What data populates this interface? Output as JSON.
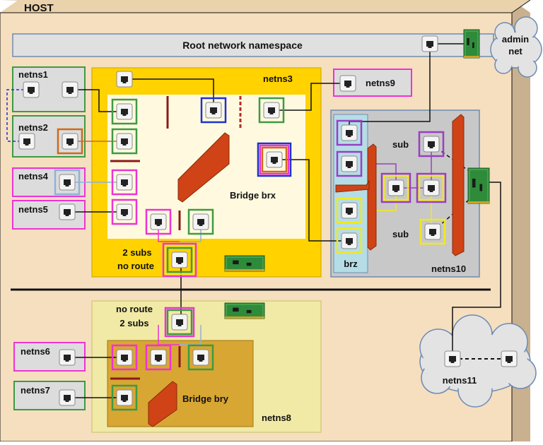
{
  "host": {
    "label": "HOST"
  },
  "root_ns": {
    "label": "Root network namespace"
  },
  "admin_net": {
    "line1": "admin",
    "line2": "net"
  },
  "namespaces": {
    "netns1": "netns1",
    "netns2": "netns2",
    "netns3": "netns3",
    "netns4": "netns4",
    "netns5": "netns5",
    "netns6": "netns6",
    "netns7": "netns7",
    "netns8": "netns8",
    "netns9": "netns9",
    "netns10": "netns10",
    "netns11": "netns11"
  },
  "bridges": {
    "brx": "Bridge brx",
    "bry": "Bridge bry",
    "brz": "brz"
  },
  "notes": {
    "netns3_line1": "2 subs",
    "netns3_line2": "no route",
    "netns8_line1": "no route",
    "netns8_line2": "2 subs",
    "sub_top": "sub",
    "sub_bottom": "sub"
  },
  "colors": {
    "host_fill": "#f5dfbf",
    "host_side": "#c9b08e",
    "netns3_fill": "#ffd200",
    "brx_fill": "#fffadf",
    "netns8_fill": "#f1eaa6",
    "bry_fill": "#d8a632",
    "netns10_fill": "#c8c8c8",
    "brz_fill": "#b5dde6",
    "bridge_red": "#cf4317",
    "green": "#3e9a44",
    "magenta": "#ee33d4",
    "purple": "#9a3ec4",
    "yellow": "#f2e81e",
    "blue": "#1e32cf",
    "orange": "#d06a1a",
    "light_blue": "#8fb2d8",
    "cloud": "#e3e3e3"
  }
}
